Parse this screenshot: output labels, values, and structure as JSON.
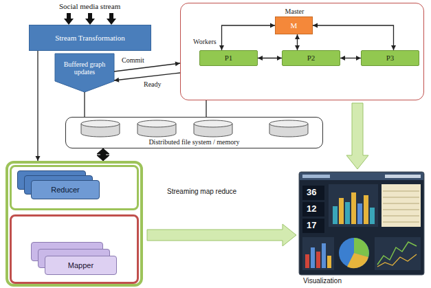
{
  "diagram": {
    "nodes": [
      {
        "text": [
          "Stream Transformation"
        ]
      },
      {
        "text": [
          "Buffered graph updates"
        ]
      },
      {
        "text": [
          "Workers"
        ]
      },
      {
        "text": [
          "Master",
          "M"
        ],
        "in": 2
      },
      {
        "text": [
          "P1"
        ],
        "in": 2
      },
      {
        "text": [
          "P2"
        ],
        "in": 2
      },
      {
        "text": [
          "P3"
        ],
        "in": 2
      },
      {
        "text": [
          "Distributed file system / memory"
        ]
      },
      {
        "text": [
          "Streaming map reduce"
        ]
      },
      {
        "text": [
          "Reducer"
        ],
        "in": 8
      },
      {
        "text": [
          "Mapper"
        ],
        "in": 8
      },
      {
        "text": [
          "Visualization"
        ]
      }
    ],
    "edges": [
      {
        "from": 0,
        "to": 8,
        "arrow": "to"
      },
      {
        "from": 1,
        "to": 2,
        "label": "Commit",
        "arrow": "to"
      },
      {
        "from": 2,
        "to": 1,
        "label": "Ready",
        "arrow": "to"
      },
      {
        "from": 1,
        "to": 7,
        "arrow": "none"
      },
      {
        "from": 2,
        "to": 7,
        "arrow": "none"
      },
      {
        "from": 7,
        "to": 8,
        "arrow": "both"
      },
      {
        "from": 8,
        "to": 11,
        "arrow": "to"
      },
      {
        "from": 2,
        "to": 11,
        "arrow": "to"
      },
      {
        "from": 3,
        "to": 4,
        "arrow": "both"
      },
      {
        "from": 3,
        "to": 5,
        "arrow": "both"
      },
      {
        "from": 3,
        "to": 6,
        "arrow": "both"
      },
      {
        "from": 4,
        "to": 5,
        "arrow": "both"
      },
      {
        "from": 5,
        "to": 6,
        "arrow": "both"
      }
    ],
    "labels": [
      "Social media stream",
      "36",
      "12",
      "17"
    ]
  }
}
